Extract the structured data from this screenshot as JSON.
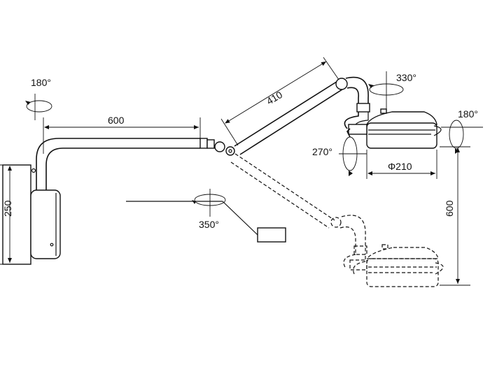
{
  "dimensions": {
    "horizontal_arm": "600",
    "upper_arm": "410",
    "wall_bracket_height": "250",
    "drop_height": "600",
    "head_diameter": "Φ210"
  },
  "rotations": {
    "wall_pivot": "180°",
    "arm_joint": "330°",
    "head_tilt": "180°",
    "head_swivel": "270°",
    "base_rotation": "350°"
  }
}
